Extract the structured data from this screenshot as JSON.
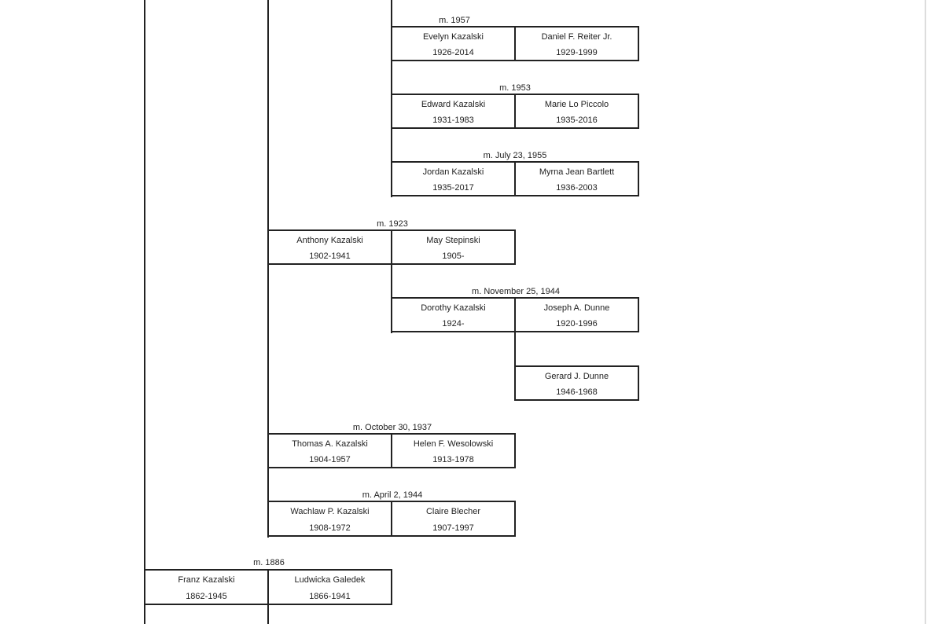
{
  "couples": [
    {
      "marriage": "m. 1957",
      "p1": {
        "name": "Evelyn Kazalski",
        "dates": "1926-2014"
      },
      "p2": {
        "name": "Daniel F. Reiter Jr.",
        "dates": "1929-1999"
      }
    },
    {
      "marriage": "m. 1953",
      "p1": {
        "name": "Edward Kazalski",
        "dates": "1931-1983"
      },
      "p2": {
        "name": "Marie Lo Piccolo",
        "dates": "1935-2016"
      }
    },
    {
      "marriage": "m. July 23, 1955",
      "p1": {
        "name": "Jordan Kazalski",
        "dates": "1935-2017"
      },
      "p2": {
        "name": "Myrna Jean Bartlett",
        "dates": "1936-2003"
      }
    },
    {
      "marriage": "m. 1923",
      "p1": {
        "name": "Anthony Kazalski",
        "dates": "1902-1941"
      },
      "p2": {
        "name": "May Stepinski",
        "dates": "1905-"
      }
    },
    {
      "marriage": "m. November 25, 1944",
      "p1": {
        "name": "Dorothy Kazalski",
        "dates": "1924-"
      },
      "p2": {
        "name": "Joseph A. Dunne",
        "dates": "1920-1996"
      }
    },
    {
      "marriage": "m. October 30, 1937",
      "p1": {
        "name": "Thomas A. Kazalski",
        "dates": "1904-1957"
      },
      "p2": {
        "name": "Helen F. Wesolowski",
        "dates": "1913-1978"
      }
    },
    {
      "marriage": "m. April 2, 1944",
      "p1": {
        "name": "Wachlaw P. Kazalski",
        "dates": "1908-1972"
      },
      "p2": {
        "name": "Claire Blecher",
        "dates": "1907-1997"
      }
    },
    {
      "marriage": "m. 1886",
      "p1": {
        "name": "Franz Kazalski",
        "dates": "1862-1945"
      },
      "p2": {
        "name": "Ludwicka Galedek",
        "dates": "1866-1941"
      }
    }
  ],
  "singles": [
    {
      "name": "Gerard J. Dunne",
      "dates": "1946-1968"
    }
  ]
}
